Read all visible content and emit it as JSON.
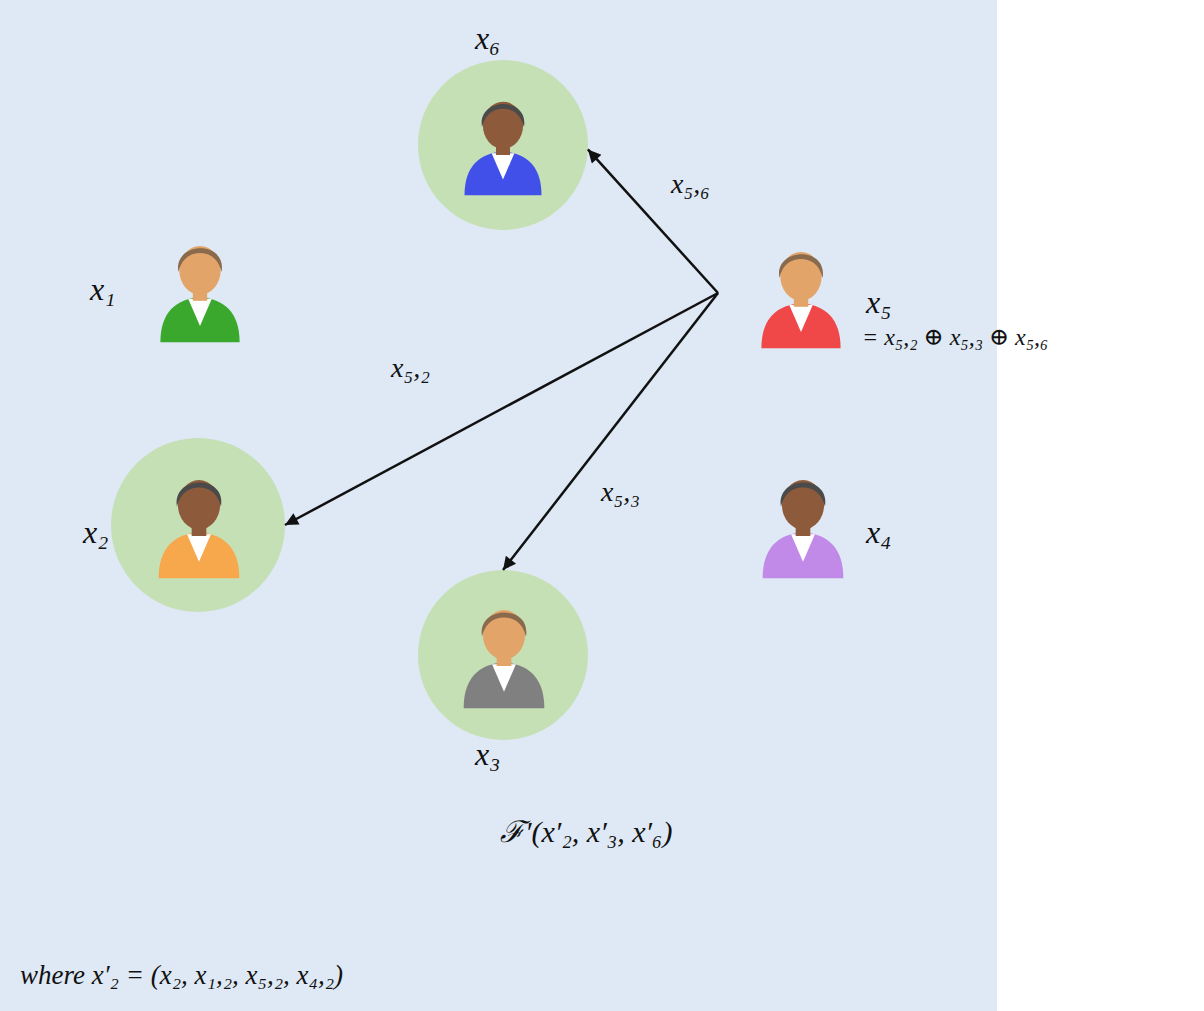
{
  "diagram": {
    "nodes": [
      {
        "text": [
          "ℱ′(x′₂, x′₃, x′₆)",
          "where x′₂ = (x₂, x₁,₂, x₅,₂, x₄,₂)"
        ]
      },
      {
        "text": [
          "x₆"
        ],
        "in": 0
      },
      {
        "text": [
          "x₁"
        ],
        "in": 0
      },
      {
        "text": [
          "x₅",
          "= x₅,₂ ⊕ x₅,₃ ⊕ x₅,₆"
        ],
        "in": 0
      },
      {
        "text": [
          "x₂"
        ],
        "in": 0
      },
      {
        "text": [
          "x₄"
        ],
        "in": 0
      },
      {
        "text": [
          "x₃"
        ],
        "in": 0
      }
    ],
    "edges": [
      {
        "from": 3,
        "to": 1,
        "arrow": "to",
        "label": "x₅,₆"
      },
      {
        "from": 3,
        "to": 4,
        "arrow": "to",
        "label": "x₅,₂"
      },
      {
        "from": 3,
        "to": 6,
        "arrow": "to",
        "label": "x₅,₃"
      }
    ]
  }
}
